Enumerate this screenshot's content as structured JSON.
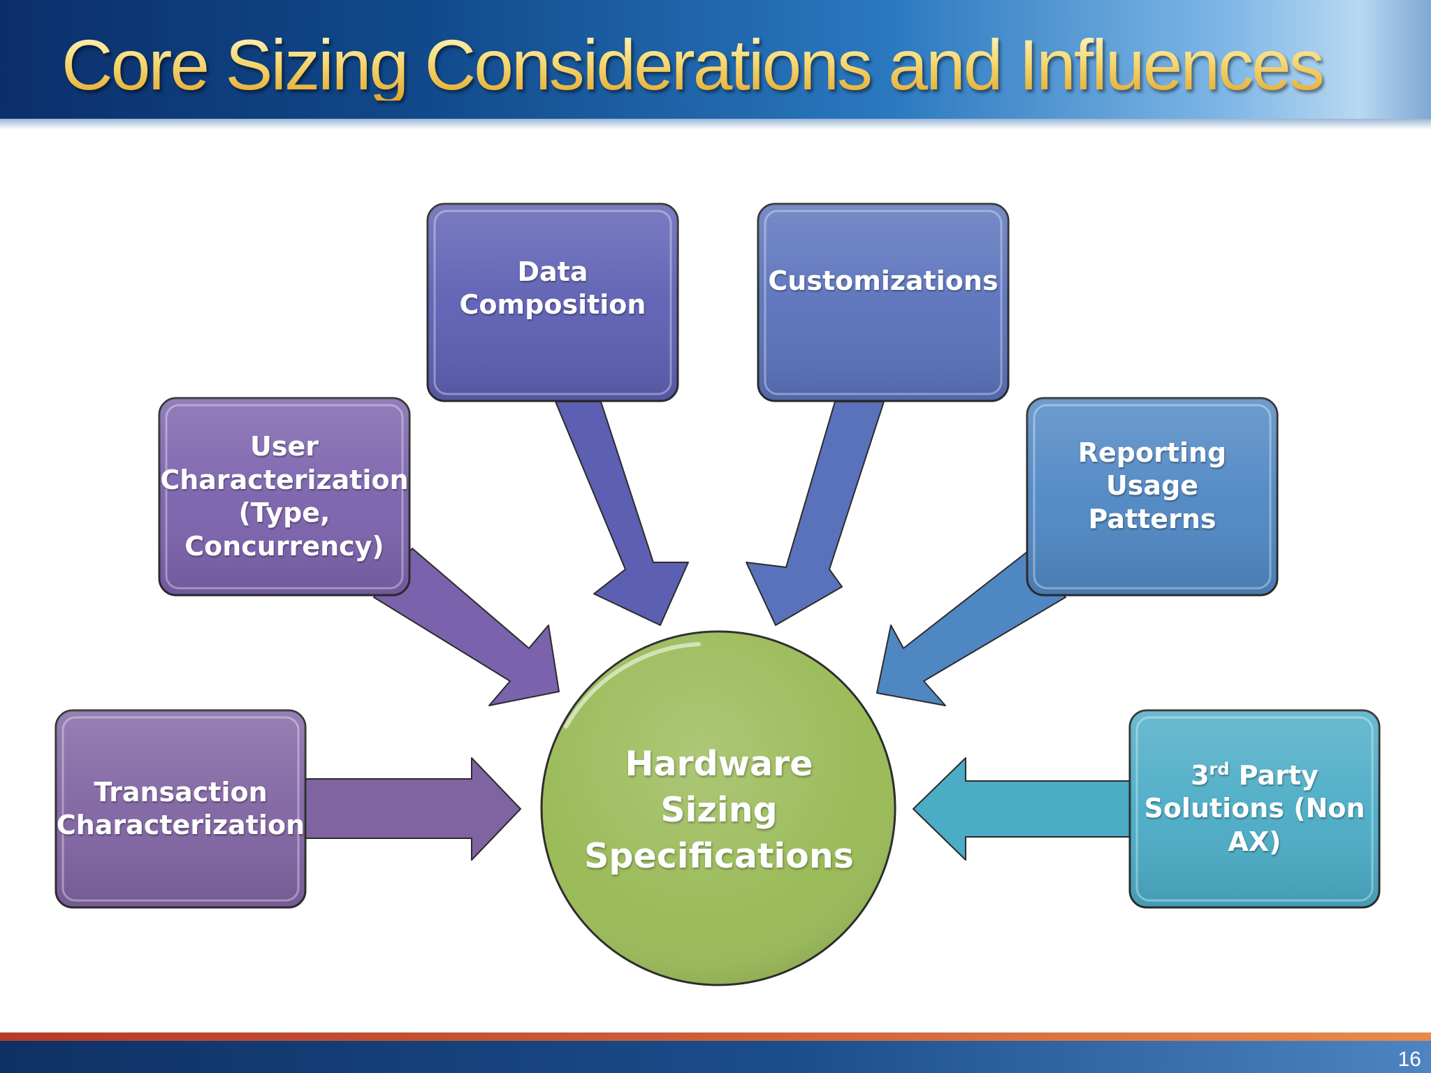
{
  "title": "Core Sizing Considerations and Influences",
  "hub": {
    "label_lines": [
      "Hardware",
      "Sizing",
      "Specifications"
    ],
    "color": "#9bbb59"
  },
  "factors": [
    {
      "lines": [
        "Transaction",
        "Characterization"
      ],
      "color": "#8064a2"
    },
    {
      "lines": [
        "User",
        "Characterization",
        "(Type,",
        "Concurrency)"
      ],
      "color": "#7b62ac"
    },
    {
      "lines": [
        "Data",
        "Composition"
      ],
      "color": "#5d5fb3"
    },
    {
      "lines": [
        "Customizations"
      ],
      "color": "#5a72bb"
    },
    {
      "lines": [
        "Reporting Usage",
        "Patterns"
      ],
      "color": "#4f87c3"
    },
    {
      "lines": [
        "rd",
        "Party",
        "Solutions (Non",
        "AX)"
      ],
      "ordinal_prefix": "3",
      "color": "#4bacc6"
    }
  ],
  "page_number": "16"
}
